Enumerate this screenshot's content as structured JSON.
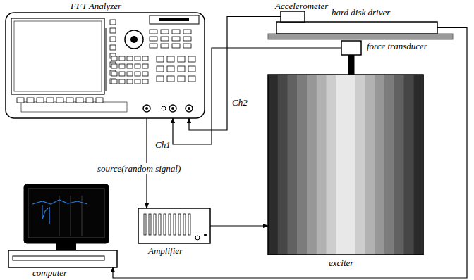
{
  "diagram": {
    "nodes": [
      {
        "text": [
          "FFT Analyzer"
        ]
      },
      {
        "text": [
          "Accelerometer"
        ]
      },
      {
        "text": [
          "hard disk driver"
        ]
      },
      {
        "text": [
          "force transducer"
        ]
      },
      {
        "text": [
          "exciter"
        ]
      },
      {
        "text": [
          "computer"
        ]
      },
      {
        "text": [
          "Amplifier"
        ]
      }
    ],
    "edges": [
      {
        "from": 1,
        "to": 0,
        "label": "Ch2",
        "arrow": "to"
      },
      {
        "from": 3,
        "to": 0,
        "label": "Ch1",
        "arrow": "to"
      },
      {
        "from": 0,
        "to": 6,
        "label": "source(random signal)",
        "arrow": "to"
      },
      {
        "from": 6,
        "to": 4,
        "arrow": "to"
      },
      {
        "from": 4,
        "to": 3,
        "arrow": "none"
      },
      {
        "from": 2,
        "to": 5,
        "arrow": "to"
      }
    ]
  }
}
